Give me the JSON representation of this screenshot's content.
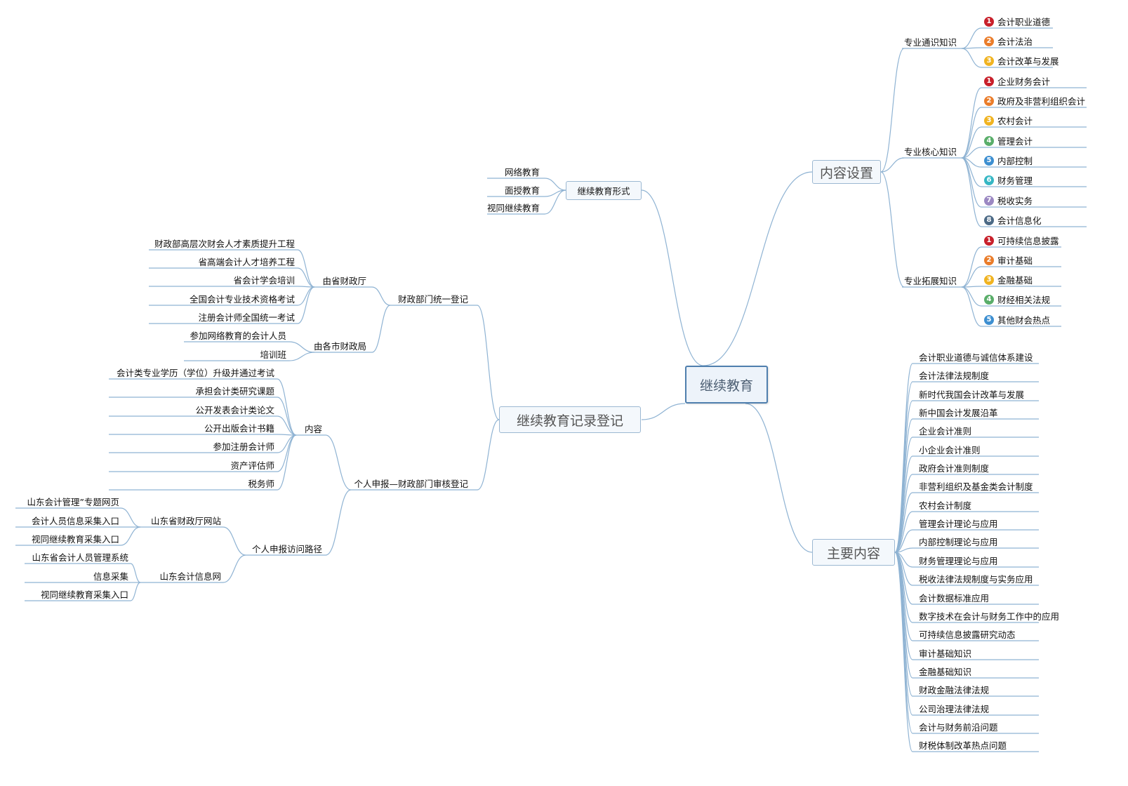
{
  "root": {
    "label": "继续教育"
  },
  "content_setup": {
    "label": "内容设置",
    "general": {
      "label": "专业通识知识",
      "items": [
        "会计职业道德",
        "会计法治",
        "会计改革与发展"
      ]
    },
    "core": {
      "label": "专业核心知识",
      "items": [
        "企业财务会计",
        "政府及非营利组织会计",
        "农村会计",
        "管理会计",
        "内部控制",
        "财务管理",
        "税收实务",
        "会计信息化"
      ]
    },
    "extended": {
      "label": "专业拓展知识",
      "items": [
        "可持续信息披露",
        "审计基础",
        "金融基础",
        "财经相关法规",
        "其他财会热点"
      ]
    }
  },
  "main_content": {
    "label": "主要内容",
    "items": [
      "会计职业道德与诚信体系建设",
      "会计法律法规制度",
      "新时代我国会计改革与发展",
      "新中国会计发展沿革",
      "企业会计准则",
      "小企业会计准则",
      "政府会计准则制度",
      "非营利组织及基金类会计制度",
      "农村会计制度",
      "管理会计理论与应用",
      "内部控制理论与应用",
      "财务管理理论与应用",
      "税收法律法规制度与实务应用",
      "会计数据标准应用",
      "数字技术在会计与财务工作中的应用",
      "可持续信息披露研究动态",
      "审计基础知识",
      "金融基础知识",
      "财政金融法律法规",
      "公司治理法律法规",
      "会计与财务前沿问题",
      "财税体制改革热点问题"
    ]
  },
  "forms": {
    "label": "继续教育形式",
    "items": [
      "网络教育",
      "面授教育",
      "视同继续教育"
    ]
  },
  "record": {
    "label": "继续教育记录登记",
    "unified": {
      "label": "财政部门统一登记",
      "provincial": {
        "label": "由省财政厅",
        "items": [
          "财政部高层次财会人才素质提升工程",
          "省高端会计人才培养工程",
          "省会计学会培训",
          "全国会计专业技术资格考试",
          "注册会计师全国统一考试"
        ]
      },
      "city": {
        "label": "由各市财政局",
        "items": [
          "参加网络教育的会计人员",
          "培训班"
        ]
      }
    },
    "self_report": {
      "label": "个人申报—财政部门审核登记",
      "content": {
        "label": "内容",
        "items": [
          "会计类专业学历（学位）升级并通过考试",
          "承担会计类研究课题",
          "公开发表会计类论文",
          "公开出版会计书籍",
          "参加注册会计师",
          "资产评估师",
          "税务师"
        ]
      },
      "path": {
        "label": "个人申报访问路径",
        "finance_site": {
          "label": "山东省财政厅网站",
          "items": [
            "山东会计管理”专题网页",
            "会计人员信息采集入口",
            "视同继续教育采集入口"
          ]
        },
        "info_net": {
          "label": "山东会计信息网",
          "items": [
            "山东省会计人员管理系统",
            "信息采集",
            "视同继续教育采集入口"
          ]
        }
      }
    }
  },
  "colors": {
    "line": "#8fb3d3",
    "n1": "#c8202b",
    "n2": "#ea7d2b",
    "n3": "#f0b321",
    "n4": "#5aae6a",
    "n5": "#3d8fd1",
    "n6": "#36b7c4",
    "n7": "#9b88c2",
    "n8": "#4c6a86"
  }
}
